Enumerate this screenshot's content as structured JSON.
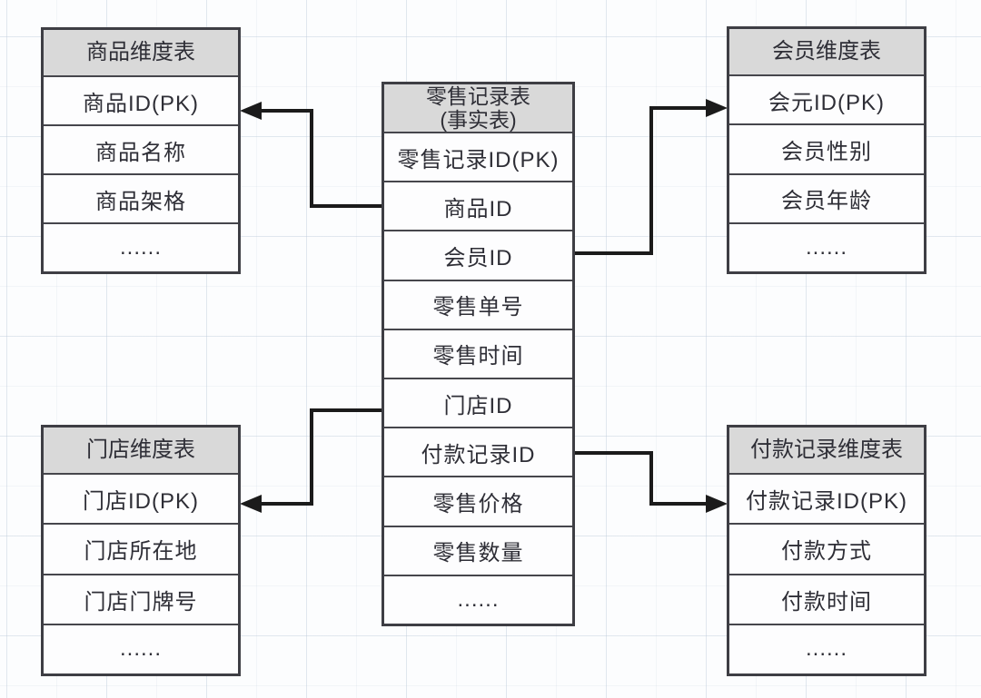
{
  "tables": {
    "fact": {
      "title": "零售记录表\n(事实表)",
      "rows": [
        "零售记录ID(PK)",
        "商品ID",
        "会员ID",
        "零售单号",
        "零售时间",
        "门店ID",
        "付款记录ID",
        "零售价格",
        "零售数量",
        "......"
      ]
    },
    "product": {
      "title": "商品维度表",
      "rows": [
        "商品ID(PK)",
        "商品名称",
        "商品架格",
        "......"
      ]
    },
    "member": {
      "title": "会员维度表",
      "rows": [
        "会元ID(PK)",
        "会员性别",
        "会员年龄",
        "......"
      ]
    },
    "store": {
      "title": "门店维度表",
      "rows": [
        "门店ID(PK)",
        "门店所在地",
        "门店门牌号",
        "......"
      ]
    },
    "payment": {
      "title": "付款记录维度表",
      "rows": [
        "付款记录ID(PK)",
        "付款方式",
        "付款时间",
        "......"
      ]
    }
  },
  "relations": [
    {
      "from": "零售记录表.商品ID",
      "to": "商品维度表.商品ID(PK)"
    },
    {
      "from": "零售记录表.会员ID",
      "to": "会员维度表.会元ID(PK)"
    },
    {
      "from": "零售记录表.门店ID",
      "to": "门店维度表.门店ID(PK)"
    },
    {
      "from": "零售记录表.付款记录ID",
      "to": "付款记录维度表.付款记录ID(PK)"
    }
  ],
  "colors": {
    "header_fill": "#d9d9d9",
    "row_fill": "#fdfdfe",
    "border": "#3e3e44",
    "text": "#2e2e36",
    "arrow": "#1b1b1b",
    "background": "#fcfdfe",
    "grid_line": "#dde5ec"
  }
}
